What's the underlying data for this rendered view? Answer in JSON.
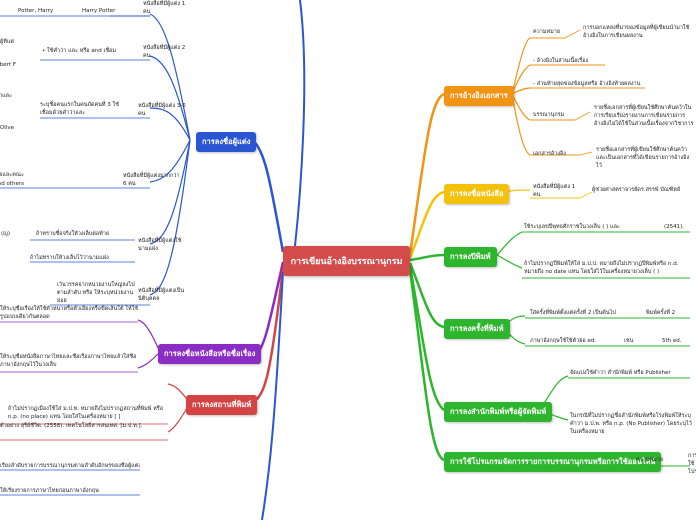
{
  "central": "การเขียนอ้างอิงบรรณานุกรม",
  "right": {
    "citation": {
      "label": "การอ้างอิงเอกสาร",
      "meaning_label": "ความหมาย",
      "meaning_text": "การบอกแหล่งที่มาของข้อมูลที่ผู้เขียนนำมาใช้อ้างอิงในการเขียนผลงาน",
      "sub1": "- อ้างอิงในส่วนเนื้อเรื่อง",
      "sub2": "- ส่วนท้ายสุดของข้อมูลหรือ อ้างอิงท้ายผลงาน",
      "bib_label": "บรรณานุกรม",
      "bib_text": "รายชื่อเอกสารที่ผู้เขียนใช้ศึกษาค้นคว้าในการเรียบเรียงรายงานการเขียนรายการอ้างอิงไม่ได้ใช้ในส่วนเนื้อเรื่องจากวิชาการ",
      "ref_label": "เอกสารอ้างอิง",
      "ref_text": "รายชื่อเอกสารที่ผู้เขียนใช้ศึกษาค้นคว้าและเป็นเอกสารที่ได้เขียนรายการอ้างอิงไว้"
    },
    "book": {
      "label": "การลงชื่อหนังสือ",
      "sub_label": "หนังสือที่มีผู้แต่ง 1 คน",
      "sub_text": "ผู้ช่วยศาสตราจารย์ดร.สรรพ์ บัณฑิตย์"
    },
    "year": {
      "label": "การลงปีพิมพ์",
      "text1": "ใช้ระบุเลขปีพุทธศักราชในวงเล็บ ( ) และ",
      "text1_year": "(2541).",
      "text2": "ถ้าไม่ปรากฏปีพิมพ์ให้ใส่ ม.ป.ป. หมายถึงไม่ปรากฏปีพิมพ์หรือ n.d. หมายถึง no date แทน โดยใส่ไว้ในเครื่องหมายวงเล็บ ( )"
    },
    "edition": {
      "label": "การลงครั้งที่พิมพ์",
      "text1": "ใส่ครั้งที่พิมพ์ตั้งแต่ครั้งที่ 2 เป็นต้นไป",
      "text1_value": "พิมพ์ครั้งที่ 2",
      "text2": "ภาษาอังกฤษใช้ใช้ตัวย่อ ed.",
      "text2_mid": "เช่น",
      "text2_value": "5th ed."
    },
    "publisher": {
      "label": "การลงสำนักพิมพ์หรือผู้จัดพิมพ์",
      "text1": "จัดแบ่งใช้คำว่า สำนักพิมพ์ หรือ Publisher",
      "text2": "ในกรณีที่ไม่ปรากฏชื่อสำนักพิมพ์หรือโรงพิมพ์ให้ระบุคำว่า ม.ป.พ. หรือ n.p. (No Publisher) โดยระบุไว้ในเครื่องหมาย"
    },
    "digital": {
      "label": "การใช้โปรแกรมจัดการรายการบรรณานุกรมหรือการใช้ออนไลน์",
      "sub_label": "ความหมาย",
      "sub_text": "การใช้โปรแกรมจัดการรายการบรรณานุกรมและจัดรูปแบบการอ้างอิง"
    }
  },
  "left": {
    "author": {
      "label": "การลงชื่อผู้แต่ง",
      "b1_label": "หนังสือที่มีผู้แต่ง 1 คน",
      "b1_col1": "Potter, Harry",
      "b1_col2": "Harry Potter",
      "b2_label": "หนังสือที่มีผู้แต่ง 2 คน",
      "b2_text": "• ใช้คำว่า และ หรือ and เชื่อม",
      "b2_edge1": "ผู้ที่แต่งทั้งสองคนที่มีชื่อ",
      "b2_edge2": "และ Robert F.",
      "b3_label": "หนังสือที่มีผู้แต่ง 3-6 คน",
      "b3_text": "ระบุชื่อคนแรกในคนถัดคนที่ 3 ใช้เชื่อมด้วยคำว่าและ",
      "b3_edge1": "ลงชื่อคนแรกและ",
      "b3_edge2": "Olive.",
      "b4_label": "หนังสือที่มีผู้แต่งมากกว่า 6 คน",
      "b4_edge1": "ลงชื่อคนแรกตามด้วยและคณะ",
      "b4_edge2": "and others",
      "b5_label": "หนังสือที่มีผู้แต่งใช้นามแฝง",
      "b5_text": "ถ้าทราบชื่อจริงให้วงเล็บต่อท้าย",
      "b5_edge": "(ญ)",
      "b6_text": "ถ้าไม่ทราบให้วงเล็บไว้ว่านามแฝง",
      "b7_label": "หนังสือที่มีผู้แต่งเป็นนิติบุคคล",
      "b7_text": "เว้นวรรคจากหน่วยงานใหญ่ลงไปตามลำดับ หรือ ให้ระบุหน่วยงานย่อย"
    },
    "title": {
      "label": "การลงชื่อหนังสือหรือชื่อเรื่อง",
      "text1": "ให้ระบุชื่อเรื่องให้ใช้ตัวหนาหรือตัวเอียงหรือขีดเส้นใต้ ให้ใช้รูปแบบเดียวกันตลอด",
      "text2": "ให้ระบุชื่อหนังสือภาษาไทยและชื่อเรื่องภาษาไทยแล้วใส่ชื่อภาษาอังกฤษไว้ในวงเล็บ"
    },
    "place": {
      "label": "การลงสถานที่พิมพ์",
      "text1": "ถ้าไม่ปรากฏเมืองใช้ใส่ ม.ป.ท. หมายถึงไม่ปรากฏสถานที่พิมพ์ หรือ n.p. (no place) แทน โดยใส่ในเครื่องหมาย [ ]",
      "text2": "ตัวอย่าง สุรีย์ชีวิต. (2558). เทคโนโลยีสารสนเทศ. [ม.ป.ท.]."
    },
    "bottom": {
      "text1": "เรียงลำดับรายการบรรณานุกรมตามลำดับอักษรของชื่อผู้แต่ง (ก-ฮ, A-Z)",
      "text2": "ให้เรียงรายการภาษาไทยก่อนภาษาอังกฤษ"
    }
  },
  "colors": {
    "orange": "#f39313",
    "yellow": "#f4c20d",
    "green": "#2db52d",
    "blue": "#2a55d3",
    "purple": "#8a2dc5",
    "red": "#d44444",
    "central": "#d34b4b"
  }
}
